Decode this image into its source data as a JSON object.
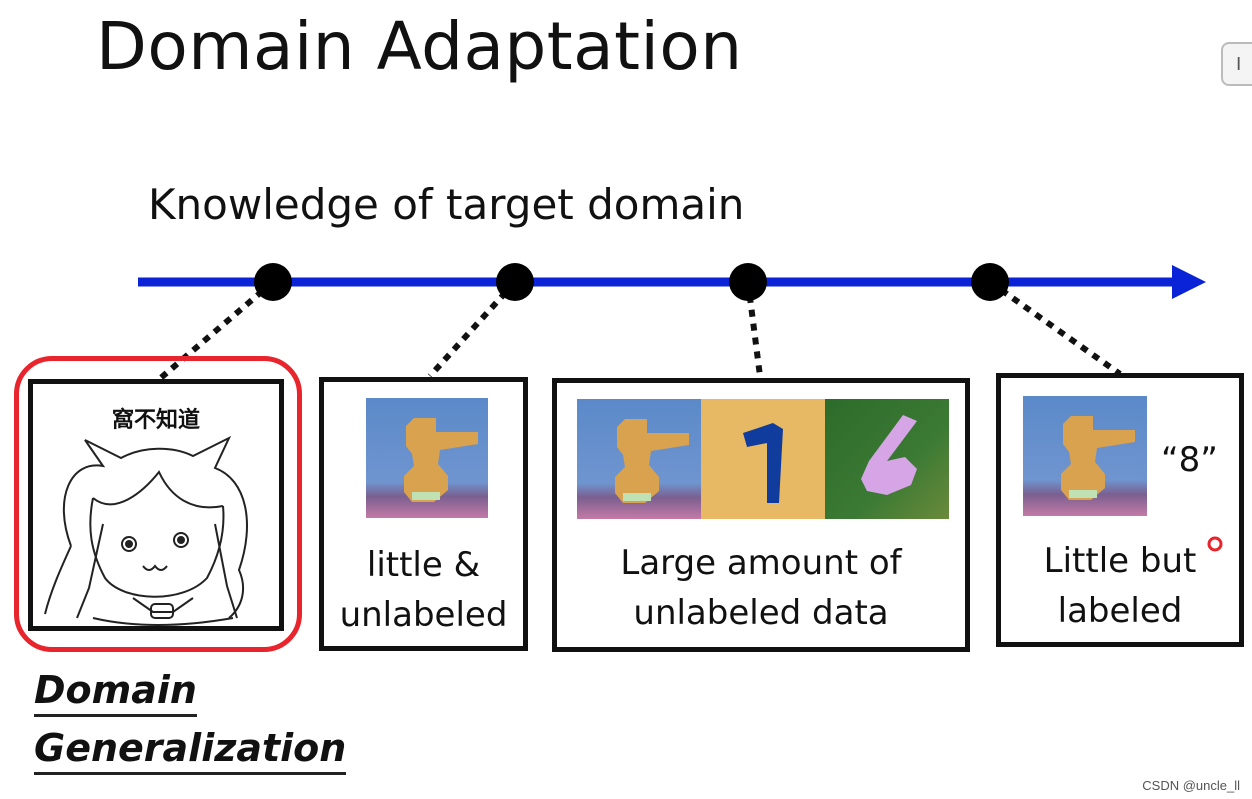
{
  "title": "Domain Adaptation",
  "axis_label": "Knowledge of target domain",
  "boxes": [
    {
      "meme_text": "窩不知道"
    },
    {
      "caption_line1": "little &",
      "caption_line2": "unlabeled"
    },
    {
      "caption_line1": "Large amount of",
      "caption_line2": "unlabeled data"
    },
    {
      "caption_line1": "Little but",
      "caption_line2": "labeled",
      "label": "“8”"
    }
  ],
  "bottom_label_line1": "Domain",
  "bottom_label_line2": "Generalization",
  "watermark": "CSDN @uncle_ll",
  "side_tab_glyph": "I",
  "colors": {
    "axis": "#0a23d6",
    "highlight": "#e8242c",
    "mnist_bg": "#5b89c9",
    "digit": "#d9a24f",
    "usps_bg": "#e8b964",
    "usps_digit": "#103c9e",
    "svhn_bg": "#2d6b2a",
    "svhn_digit": "#d6a5e6"
  }
}
